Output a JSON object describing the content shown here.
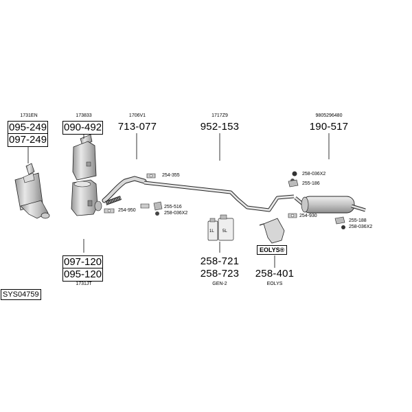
{
  "system_code": "SYS04759",
  "groups": {
    "g1": {
      "ref": "1731EN",
      "parts": [
        "095-249",
        "097-249"
      ]
    },
    "g2": {
      "ref": "173833",
      "parts": [
        "090-492"
      ]
    },
    "g3": {
      "ref": "1731JT",
      "parts": [
        "097-120",
        "095-120"
      ]
    },
    "g4": {
      "ref": "1706V1",
      "part": "713-077"
    },
    "g5": {
      "ref": "1717Z9",
      "part": "952-153"
    },
    "g6": {
      "ref": "9805296480",
      "part": "190-517"
    },
    "g7": {
      "ref": "GEN-2",
      "parts": [
        "258-721",
        "258-723"
      ]
    },
    "g8": {
      "ref": "EOLYS",
      "part": "258-401",
      "badge": "EOLYS®"
    }
  },
  "small_parts": {
    "p254_355": "254-355",
    "p255_516": "255-516",
    "p258_036_a": "258-036X2",
    "p254_950": "254-950",
    "p258_036_b": "258-036X2",
    "p255_186": "255-186",
    "p254_930": "254-930",
    "p255_188": "255-188",
    "p258_036_c": "258-036X2"
  },
  "bottles": {
    "large": "5L",
    "small": "1L"
  }
}
